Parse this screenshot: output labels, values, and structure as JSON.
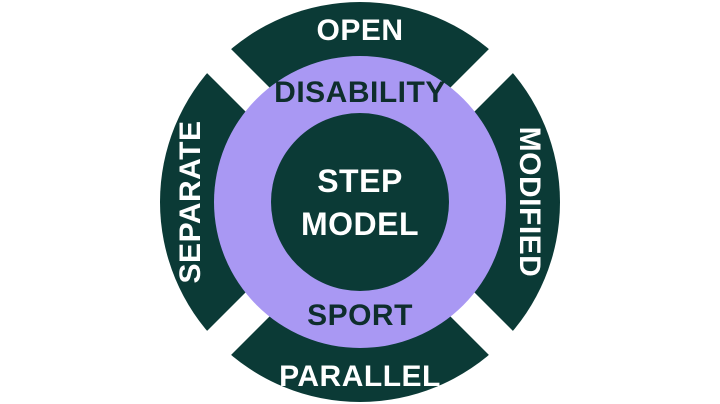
{
  "colors": {
    "outer_segment": "#0b3a36",
    "middle_ring": "#a998f3",
    "center_circle": "#0b3a36",
    "gap": "#ffffff",
    "segment_text": "#ffffff",
    "ring_text": "#0e2e2c",
    "center_text": "#ffffff"
  },
  "segments": {
    "top": "OPEN",
    "right": "MODIFIED",
    "bottom": "PARALLEL",
    "left": "SEPARATE"
  },
  "ring": {
    "top": "DISABILITY",
    "bottom": "SPORT"
  },
  "center": {
    "line1": "STEP",
    "line2": "MODEL"
  }
}
